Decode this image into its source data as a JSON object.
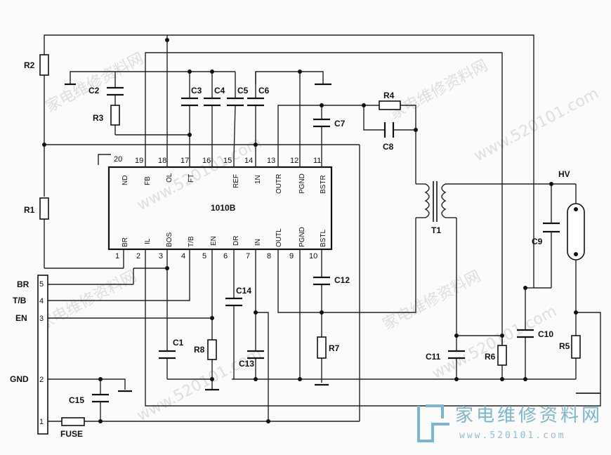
{
  "ic": {
    "name": "1010B",
    "top_pins": [
      {
        "num": "20",
        "name": ""
      },
      {
        "num": "19",
        "name": "ND"
      },
      {
        "num": "18",
        "name": "FB"
      },
      {
        "num": "17",
        "name": "OL"
      },
      {
        "num": "16",
        "name": "FT"
      },
      {
        "num": "15",
        "name": "REF"
      },
      {
        "num": "14",
        "name": "1N"
      },
      {
        "num": "13",
        "name": "OUTR"
      },
      {
        "num": "12",
        "name": "PGND"
      },
      {
        "num": "11",
        "name": "BSTR"
      }
    ],
    "bottom_pins": [
      {
        "num": "1",
        "name": "BR"
      },
      {
        "num": "2",
        "name": "IL"
      },
      {
        "num": "3",
        "name": "BOS"
      },
      {
        "num": "4",
        "name": "T/B"
      },
      {
        "num": "5",
        "name": "EN"
      },
      {
        "num": "6",
        "name": "DR"
      },
      {
        "num": "7",
        "name": "IN"
      },
      {
        "num": "8",
        "name": "OUTL"
      },
      {
        "num": "9",
        "name": "PGND"
      },
      {
        "num": "10",
        "name": "BSTL"
      }
    ]
  },
  "components": {
    "R1": "R1",
    "R2": "R2",
    "R3": "R3",
    "R4": "R4",
    "R5": "R5",
    "R6": "R6",
    "R7": "R7",
    "R8": "R8",
    "C1": "C1",
    "C2": "C2",
    "C3": "C3",
    "C4": "C4",
    "C5": "C5",
    "C6": "C6",
    "C7": "C7",
    "C8": "C8",
    "C9": "C9",
    "C10": "C10",
    "C11": "C11",
    "C12": "C12",
    "C13": "C13",
    "C14": "C14",
    "C15": "C15",
    "T1": "T1",
    "HV": "HV",
    "FUSE": "FUSE"
  },
  "connector": {
    "pins": [
      {
        "num": "5",
        "label": "BR"
      },
      {
        "num": "4",
        "label": "T/B"
      },
      {
        "num": "3",
        "label": "EN"
      },
      {
        "num": "2",
        "label": "GND"
      },
      {
        "num": "1",
        "label": ""
      }
    ]
  },
  "watermarks": {
    "text_cn": "家电维修资料网",
    "text_url": "www.520101.com",
    "brand_cn": "家电维修资料网",
    "brand_url": "www.520101.com"
  }
}
